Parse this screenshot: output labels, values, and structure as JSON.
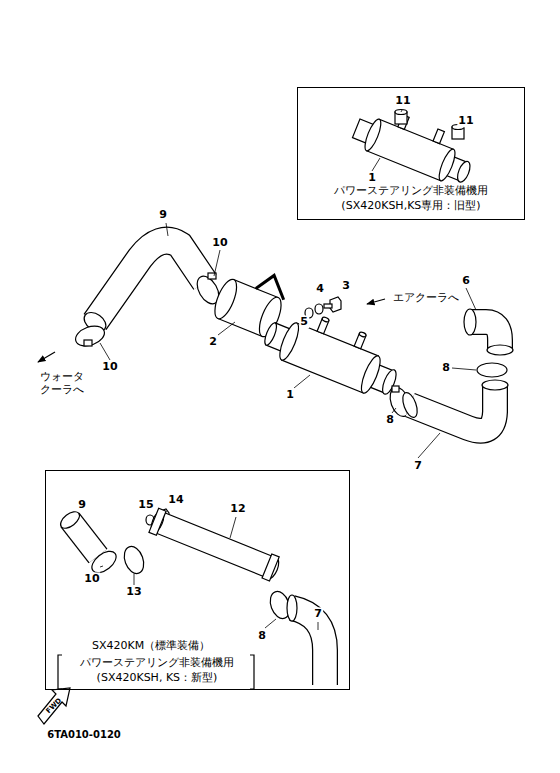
{
  "diagram": {
    "nodes": [
      {
        "text": [
          "パワーステアリング非装備機用 (SX420KSH,KS専用：旧型)"
        ]
      },
      {
        "text": [
          "SX420KM（標準装備）",
          "パワーステアリング非装備機用 (SX420KSH, KS：新型)"
        ]
      }
    ],
    "labels": [
      "11",
      "11",
      "1",
      "9",
      "10",
      "5",
      "4",
      "3",
      "2",
      "6",
      "エアクーラへ",
      "8",
      "ウォータ クーラへ",
      "10",
      "1",
      "8",
      "7",
      "14",
      "15",
      "9",
      "12",
      "10",
      "13",
      "8",
      "7",
      "FWD",
      "6TA010-0120"
    ]
  }
}
